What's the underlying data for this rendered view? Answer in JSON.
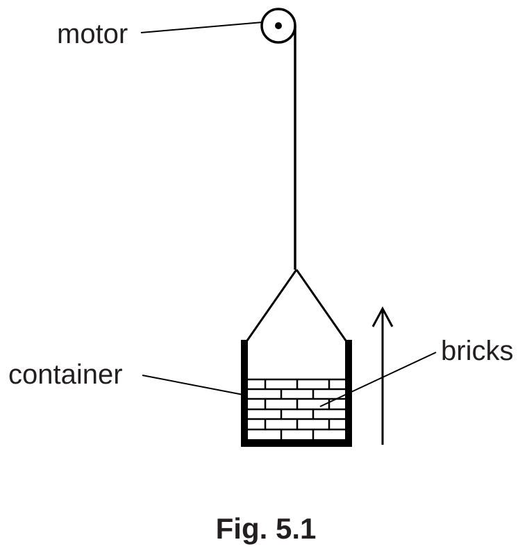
{
  "labels": {
    "motor": "motor",
    "container": "container",
    "bricks": "bricks"
  },
  "caption": "Fig. 5.1",
  "colors": {
    "ink": "#000000",
    "text": "#231f20",
    "background": "#ffffff"
  }
}
